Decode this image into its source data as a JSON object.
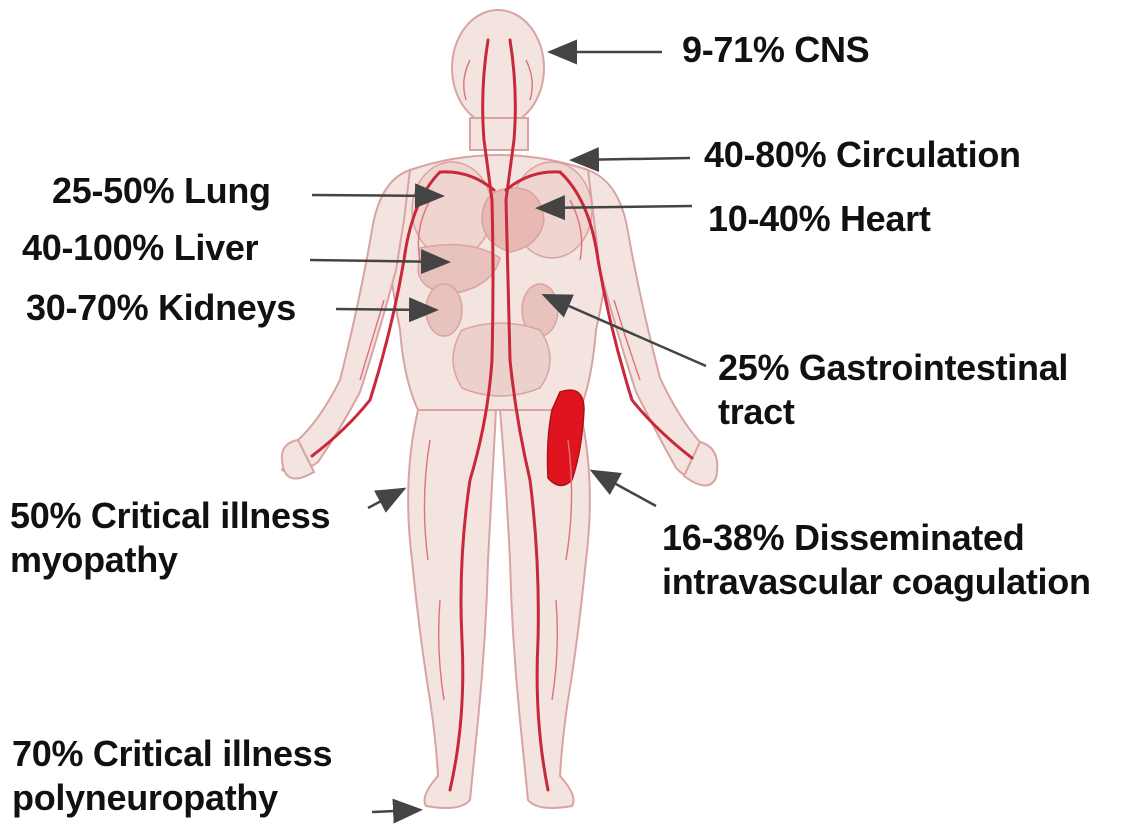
{
  "colors": {
    "vessel": "#c8283a",
    "vessel_light": "#e0707a",
    "skin": "#f3e4df",
    "skin_outline": "#d9a3a3",
    "organ": "#e8c2bd",
    "highlight_organ": "#e0141e",
    "arrow": "#444444",
    "text": "#111111"
  },
  "labels": {
    "cns": "9-71% CNS",
    "circulation": "40-80% Circulation",
    "lung": "25-50% Lung",
    "heart": "10-40% Heart",
    "liver": "40-100% Liver",
    "kidneys": "30-70% Kidneys",
    "gi_line1": "25% Gastrointestinal",
    "gi_line2": "tract",
    "myopathy_line1": "50% Critical illness",
    "myopathy_line2": "myopathy",
    "dic_line1": "16-38% Disseminated",
    "dic_line2": "intravascular coagulation",
    "polyneuropathy_line1": "70% Critical illness",
    "polyneuropathy_line2": "polyneuropathy"
  },
  "icons": {
    "figure": "human-vascular-anatomy-figure",
    "arrow": "arrow-pointer-icon"
  }
}
